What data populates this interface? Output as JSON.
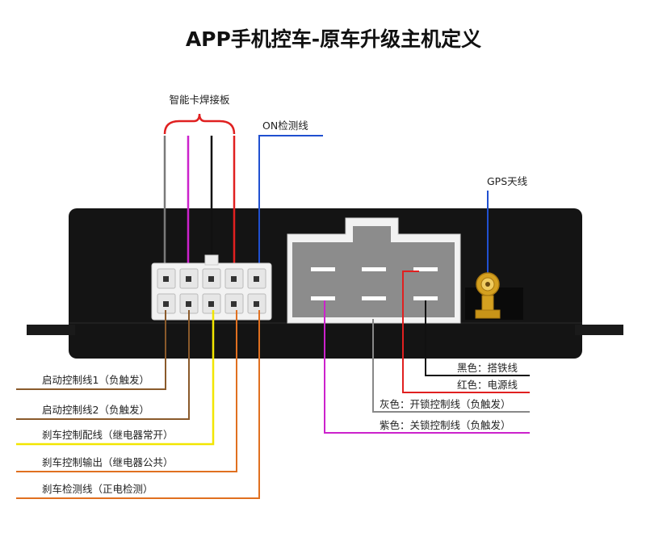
{
  "title": "APP手机控车-原车升级主机定义",
  "top_labels": {
    "weld_board": "智能卡焊接板",
    "on_wire": "ON检测线",
    "gps": "GPS天线"
  },
  "left_labels": [
    {
      "text": "启动控制线1（负触发）",
      "color": "#8a5a2b"
    },
    {
      "text": "启动控制线2（负触发）",
      "color": "#8a5a2b"
    },
    {
      "text": "刹车控制配线（继电器常开）",
      "color": "#f2e600"
    },
    {
      "text": "刹车控制输出（继电器公共）",
      "color": "#e07020"
    },
    {
      "text": "刹车检测线（正电检测）",
      "color": "#e07020"
    }
  ],
  "right_labels": [
    {
      "text": "黑色：搭铁线",
      "color": "#111111"
    },
    {
      "text": "红色：电源线",
      "color": "#e02020"
    },
    {
      "text": "灰色：开锁控制线（负触发）",
      "color": "#888888"
    },
    {
      "text": "紫色：关锁控制线（负触发）",
      "color": "#c020c0"
    }
  ],
  "colors": {
    "body": "#141414",
    "connector": "#8c8c8c",
    "gray_wire": "#7a7a7a",
    "purple_wire": "#cc22cc",
    "black_wire": "#111111",
    "red_wire": "#e02020",
    "blue_wire": "#2050d0",
    "brace": "#e02020",
    "gold": "#d4a020"
  }
}
